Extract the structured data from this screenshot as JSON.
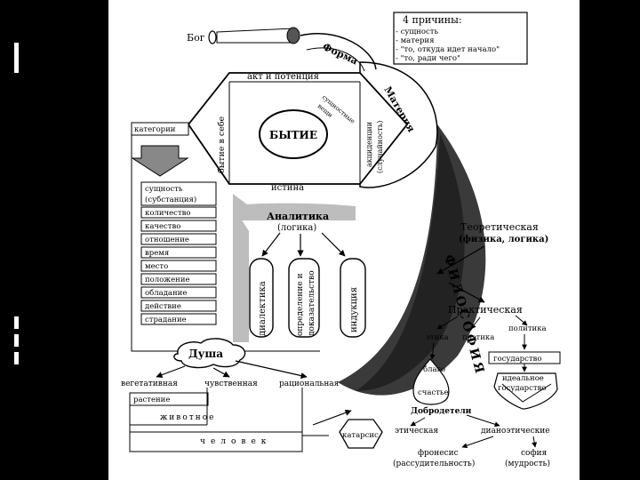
{
  "causes": {
    "title": "4 причины:",
    "items": [
      "- сущность",
      "- материя",
      "- \"то, откуда идет начало\"",
      "- \"то, ради чего\""
    ]
  },
  "god": "Бог",
  "forma": "Форма",
  "materia": "Материя",
  "act_potency": "акт и потенция",
  "being_in_self": "бытие в себе",
  "essential_things": [
    "сущностные",
    "вещи"
  ],
  "accidents": [
    "акциденции",
    "(случайность)"
  ],
  "being": "БЫТИЕ",
  "categories_label": "категории",
  "truth": "истина",
  "categories": [
    "сущность",
    "(субстанция)",
    "количество",
    "качество",
    "отношение",
    "время",
    "место",
    "положение",
    "обладание",
    "действие",
    "страдание"
  ],
  "analytics": {
    "title": "Аналитика",
    "subtitle": "(логика)"
  },
  "analytics_parts": {
    "dialectics": "диалектика",
    "definition": [
      "определение и",
      "доказательство"
    ],
    "induction": "индукция"
  },
  "philosophy": "ФИЛОСОФИЯ",
  "theoretical": [
    "Теоретическая",
    "(физика, логика)"
  ],
  "practical": "Практическая",
  "politics": "политика",
  "ethics": "этика",
  "poetics": "поэтика",
  "state": "государство",
  "ideal_state": [
    "идеальное",
    "государство"
  ],
  "good": "благо",
  "happiness": "счастье",
  "virtues": "Добродетели",
  "ethical": "этическая",
  "dianoetic": "дианоэтические",
  "phronesis": [
    "фронесис",
    "(рассудительность)"
  ],
  "sophia": [
    "софия",
    "(мудрость)"
  ],
  "soul": "Душа",
  "soul_kinds": [
    "вегетативная",
    "чувственная",
    "рациональная"
  ],
  "plant": "растение",
  "animal": "животное",
  "human": "человек",
  "catharsis": "катарсис"
}
